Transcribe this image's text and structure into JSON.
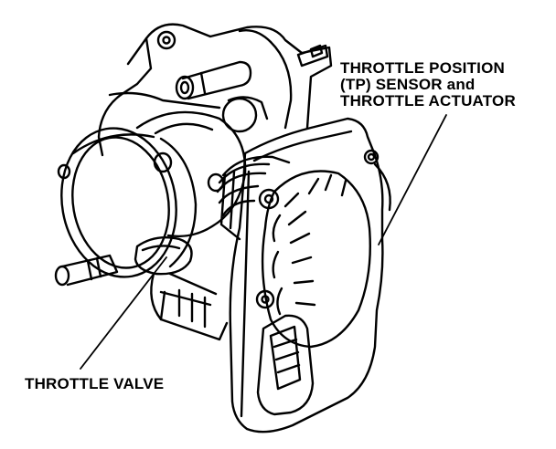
{
  "labels": {
    "tp_sensor_line1": "THROTTLE POSITION",
    "tp_sensor_line2": "(TP) SENSOR and",
    "tp_sensor_line3": "THROTTLE ACTUATOR",
    "throttle_valve": "THROTTLE VALVE"
  },
  "colors": {
    "ink": "#000000",
    "paper": "#ffffff"
  }
}
